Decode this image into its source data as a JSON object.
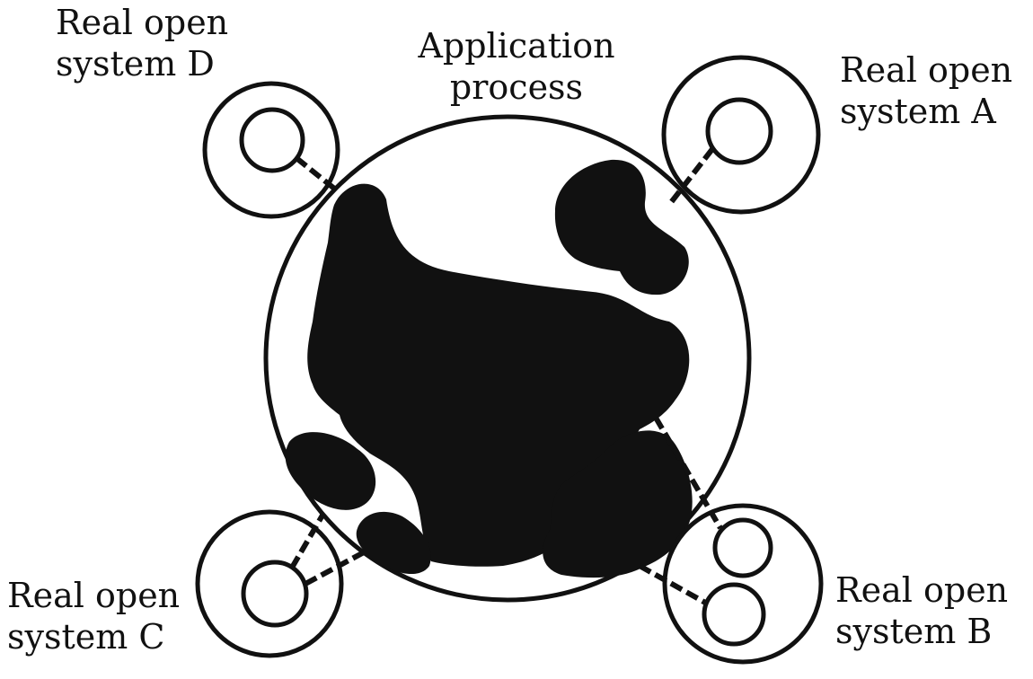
{
  "diagram": {
    "center": {
      "line1": "Application",
      "line2": "process"
    },
    "systems": {
      "a": {
        "line1": "Real open",
        "line2": "system A"
      },
      "b": {
        "line1": "Real open",
        "line2": "system B"
      },
      "c": {
        "line1": "Real open",
        "line2": "system C"
      },
      "d": {
        "line1": "Real open",
        "line2": "system D"
      }
    }
  },
  "colors": {
    "ink": "#111111",
    "background": "#ffffff"
  }
}
